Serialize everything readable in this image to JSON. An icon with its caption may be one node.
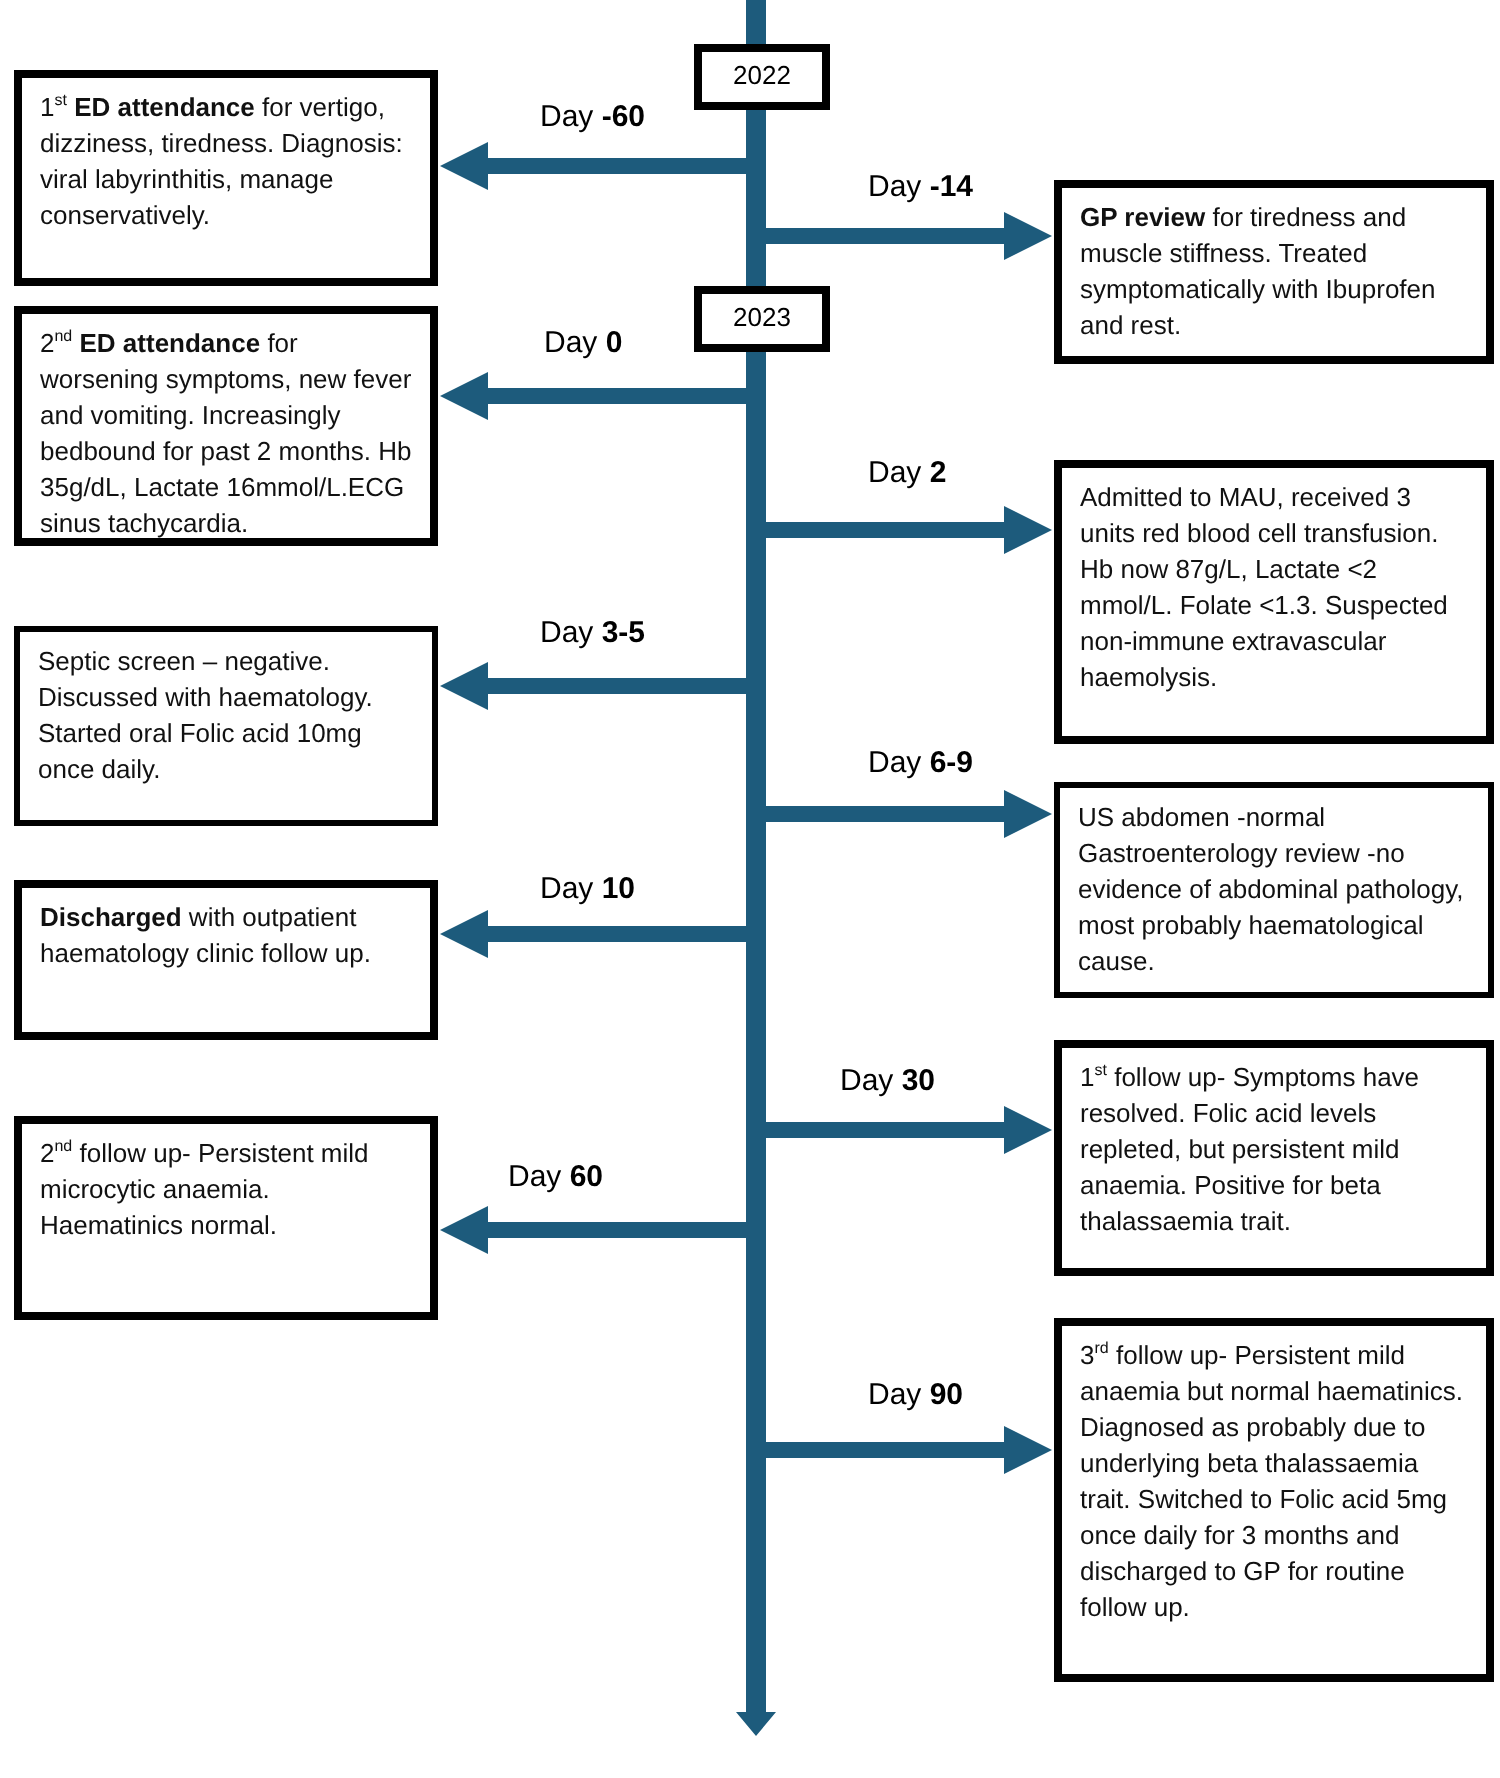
{
  "diagram": {
    "nodes": [
      {
        "text": [],
        "shape": "arrow"
      },
      {
        "text": [
          "2022"
        ]
      },
      {
        "text": [
          "1$^{st}$ **ED attendance** for vertigo, dizziness, tiredness. Diagnosis: viral labyrinthitis, manage conservatively."
        ]
      },
      {
        "text": [
          "**GP review** for tiredness and muscle stiffness. Treated symptomatically with Ibuprofen and rest."
        ]
      },
      {
        "text": [
          "2023"
        ]
      },
      {
        "text": [
          "2$^{nd}$ **ED attendance** for worsening symptoms, new fever and vomiting. Increasingly bedbound for past 2 months. Hb 35g/dL, Lactate 16mmol/L.ECG sinus tachycardia."
        ]
      },
      {
        "text": [
          "Admitted to MAU, received 3 units red blood cell transfusion. Hb now 87g/L, Lactate <2 mmol/L. Folate <1.3. Suspected non-immune extravascular haemolysis."
        ]
      },
      {
        "text": [
          "Septic screen – negative. Discussed with haematology. Started oral Folic acid 10mg once daily."
        ]
      },
      {
        "text": [
          "US abdomen -normal Gastroenterology review -no evidence of abdominal pathology, most probably haematological cause."
        ]
      },
      {
        "text": [
          "**Discharged** with outpatient haematology clinic follow up."
        ]
      },
      {
        "text": [
          "1$^{st}$ follow up- Symptoms have resolved. Folic acid levels repleted, but persistent mild anaemia. Positive for beta thalassaemia trait."
        ]
      },
      {
        "text": [
          "2$^{nd}$ follow up- Persistent mild microcytic anaemia. Haematinics normal."
        ]
      },
      {
        "text": [
          "3$^{rd}$ follow up- Persistent mild anaemia but normal haematinics. Diagnosed as probably due to underlying beta thalassaemia trait. Switched to Folic acid 5mg once daily for 3 months and discharged to GP for routine follow up."
        ]
      }
    ],
    "edges": [
      {
        "from": 0,
        "to": 2,
        "arrow": "to",
        "label": "Day **-60**"
      },
      {
        "from": 0,
        "to": 3,
        "arrow": "to",
        "label": "Day **-14**"
      },
      {
        "from": 0,
        "to": 5,
        "arrow": "to",
        "label": "Day **0**"
      },
      {
        "from": 0,
        "to": 6,
        "arrow": "to",
        "label": "Day **2**"
      },
      {
        "from": 0,
        "to": 7,
        "arrow": "to",
        "label": "Day **3-5**"
      },
      {
        "from": 0,
        "to": 8,
        "arrow": "to",
        "label": "Day **6-9**"
      },
      {
        "from": 0,
        "to": 9,
        "arrow": "to",
        "label": "Day **10**"
      },
      {
        "from": 0,
        "to": 10,
        "arrow": "to",
        "label": "Day **30**"
      },
      {
        "from": 0,
        "to": 11,
        "arrow": "to",
        "label": "Day **60**"
      },
      {
        "from": 0,
        "to": 12,
        "arrow": "to",
        "label": "Day **90**"
      }
    ]
  }
}
